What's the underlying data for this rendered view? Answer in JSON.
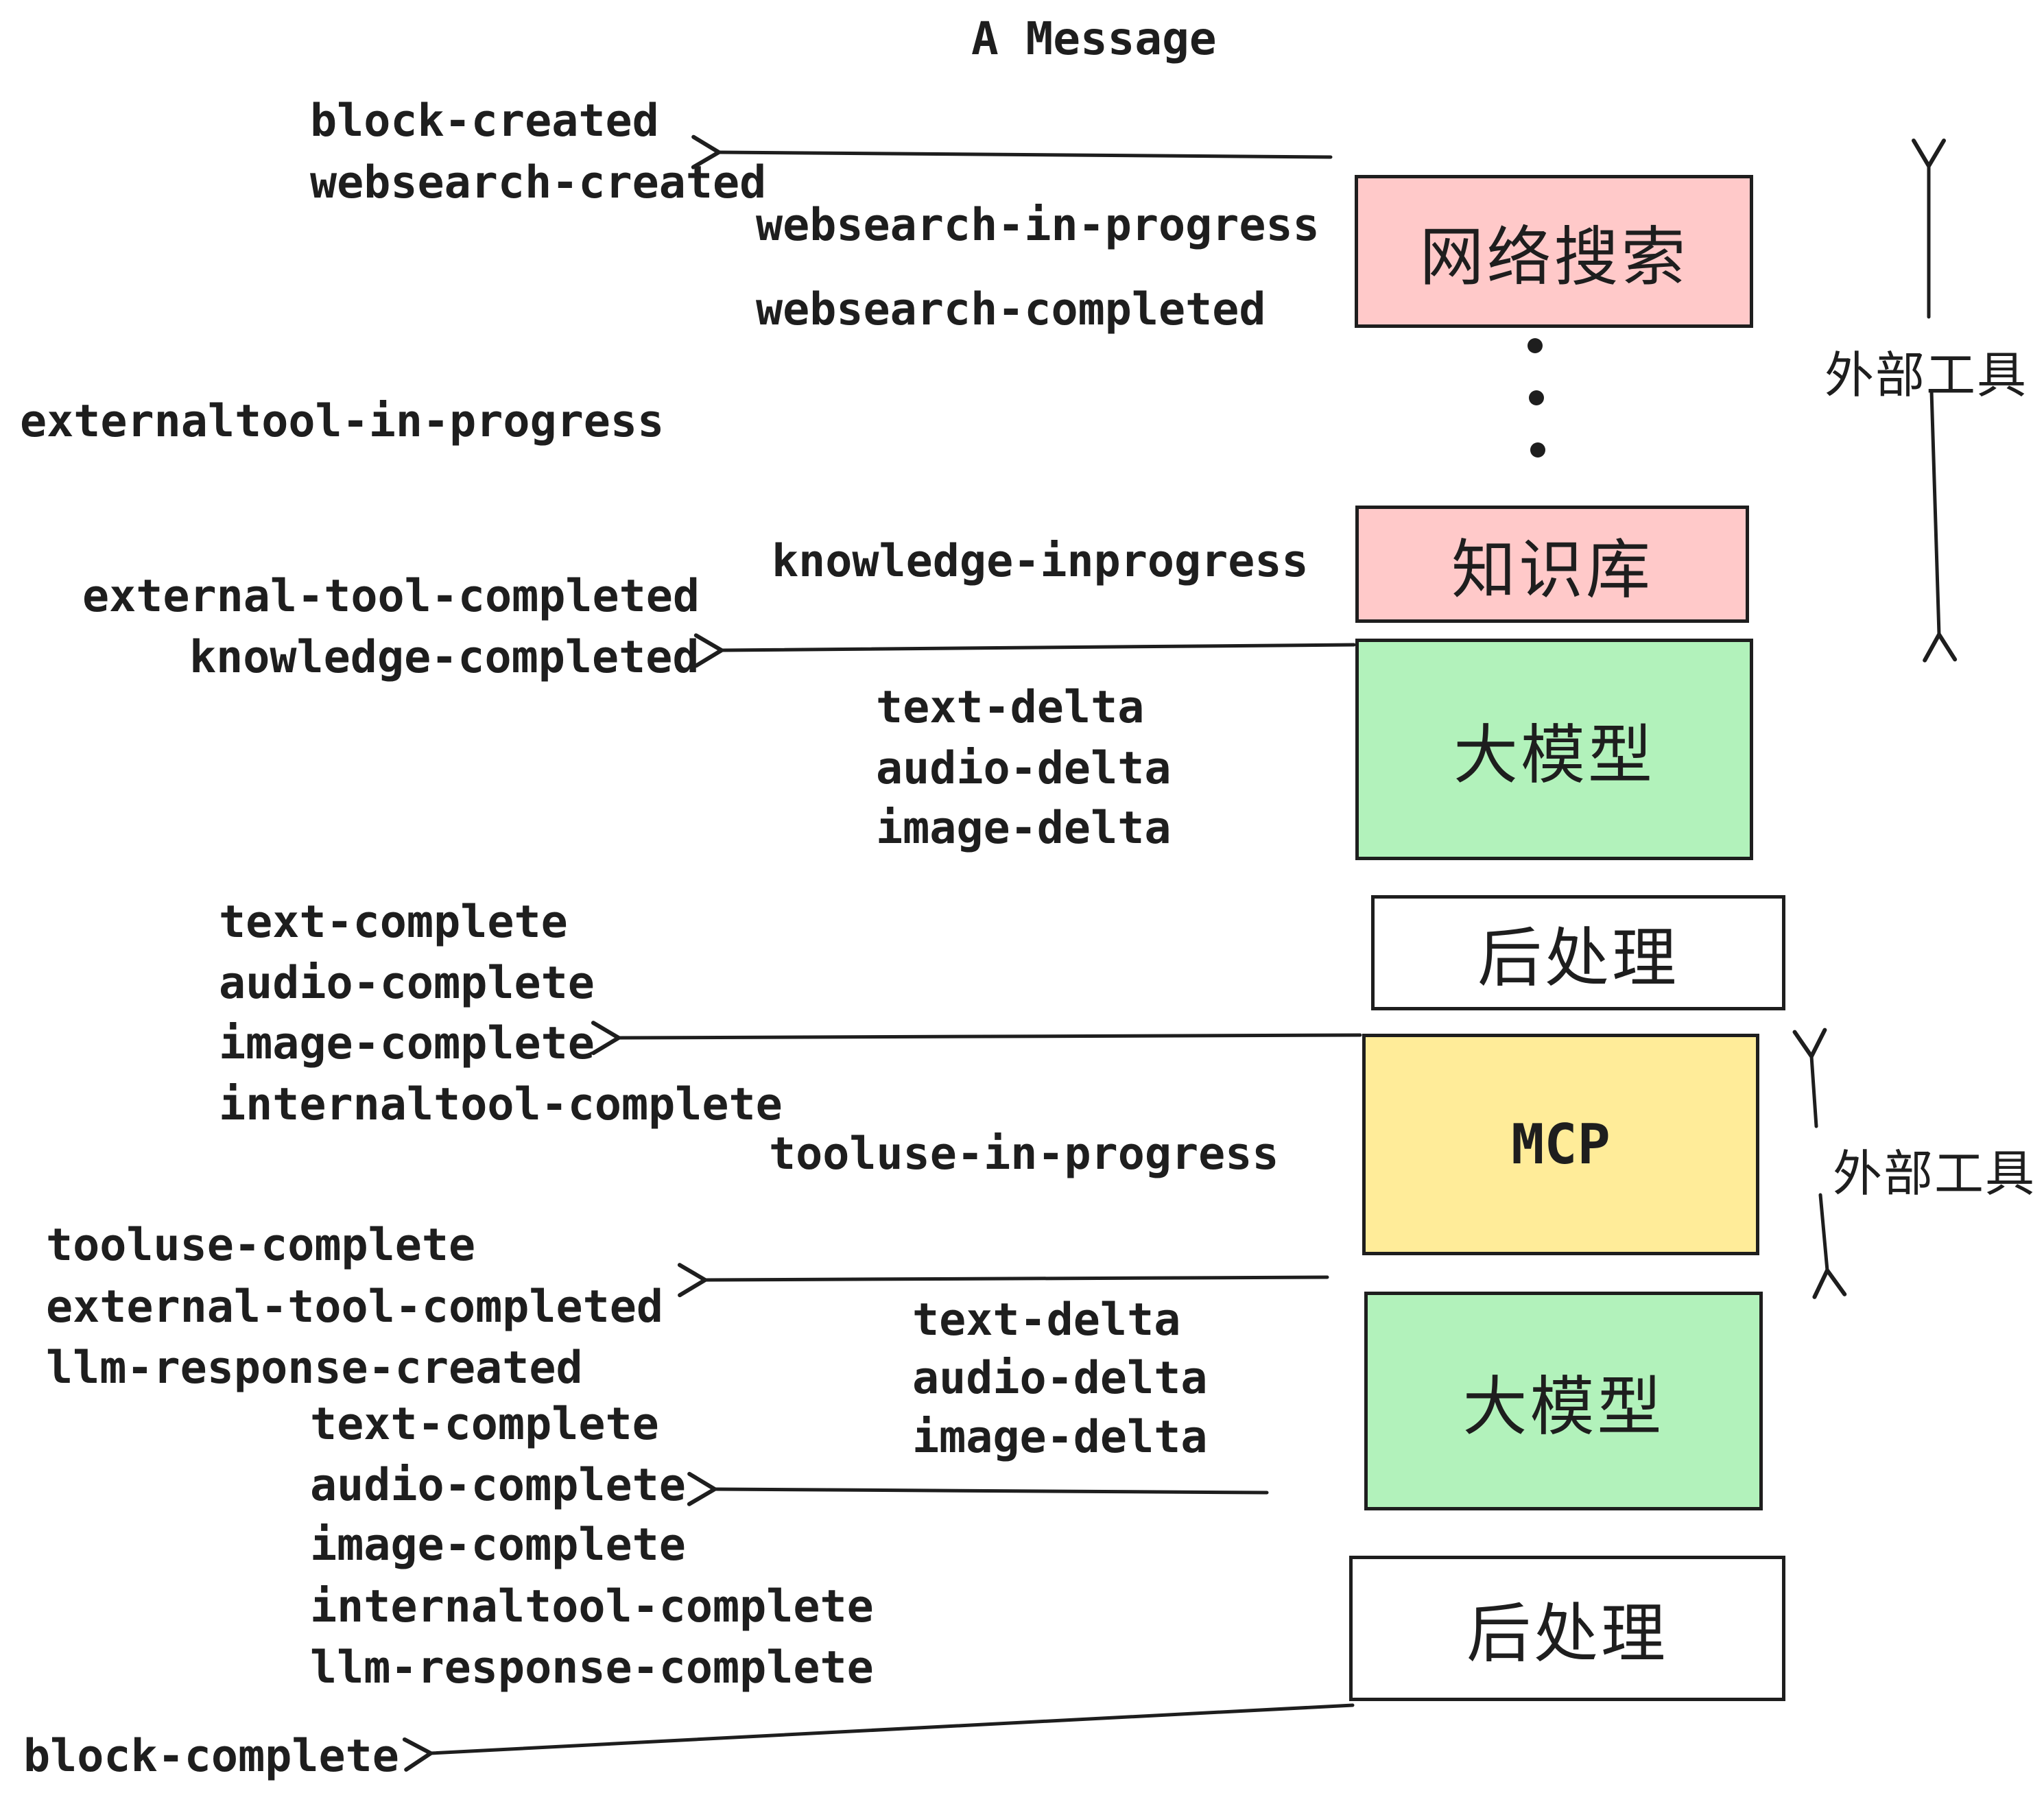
{
  "title": "A Message",
  "colors": {
    "background": "#ffffff",
    "stroke": "#1e1e1e",
    "box_pink": "#ffc9c9",
    "box_green": "#b2f2bb",
    "box_yellow": "#ffec99",
    "box_white": "#ffffff"
  },
  "boxes": {
    "websearch": {
      "label": "网络搜索",
      "color": "#ffc9c9"
    },
    "knowledge": {
      "label": "知识库",
      "color": "#ffc9c9"
    },
    "llm": {
      "label": "大模型",
      "color": "#b2f2bb"
    },
    "post": {
      "label": "后处理",
      "color": "#ffffff"
    },
    "mcp": {
      "label": "MCP",
      "color": "#ffec99"
    }
  },
  "annotations": {
    "external_tools": "外部工具",
    "ellipsis": "vertical-dots"
  },
  "events": {
    "block_created": "block-created",
    "websearch_created": "websearch-created",
    "websearch_in_progress": "websearch-in-progress",
    "websearch_completed": "websearch-completed",
    "externaltool_in_progress": "externaltool-in-progress",
    "knowledge_inprogress": "knowledge-inprogress",
    "external_tool_completed": "external-tool-completed",
    "knowledge_completed": "knowledge-completed",
    "text_delta": "text-delta",
    "audio_delta": "audio-delta",
    "image_delta": "image-delta",
    "text_complete": "text-complete",
    "audio_complete": "audio-complete",
    "image_complete": "image-complete",
    "internaltool_complete": "internaltool-complete",
    "tooluse_in_progress": "tooluse-in-progress",
    "tooluse_complete": "tooluse-complete",
    "llm_response_created": "llm-response-created",
    "llm_response_complete": "llm-response-complete",
    "block_complete": "block-complete"
  }
}
